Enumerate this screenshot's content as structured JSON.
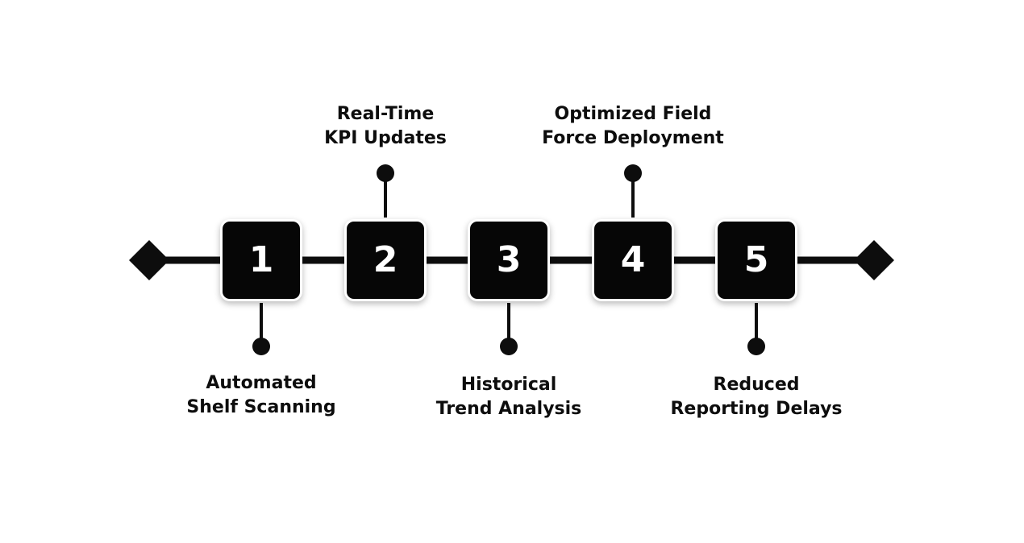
{
  "diagram": {
    "steps": [
      {
        "number": "1",
        "label_lines": [
          "Automated",
          "Shelf Scanning"
        ],
        "position": "below"
      },
      {
        "number": "2",
        "label_lines": [
          "Real-Time",
          "KPI Updates"
        ],
        "position": "above"
      },
      {
        "number": "3",
        "label_lines": [
          "Historical",
          "Trend Analysis"
        ],
        "position": "below"
      },
      {
        "number": "4",
        "label_lines": [
          "Optimized Field",
          "Force Deployment"
        ],
        "position": "above"
      },
      {
        "number": "5",
        "label_lines": [
          "Reduced",
          "Reporting Delays"
        ],
        "position": "below"
      }
    ],
    "colors": {
      "box": "#060606",
      "line": "#0d0d0d",
      "text": "#0d0d0d",
      "box_text": "#ffffff"
    }
  }
}
